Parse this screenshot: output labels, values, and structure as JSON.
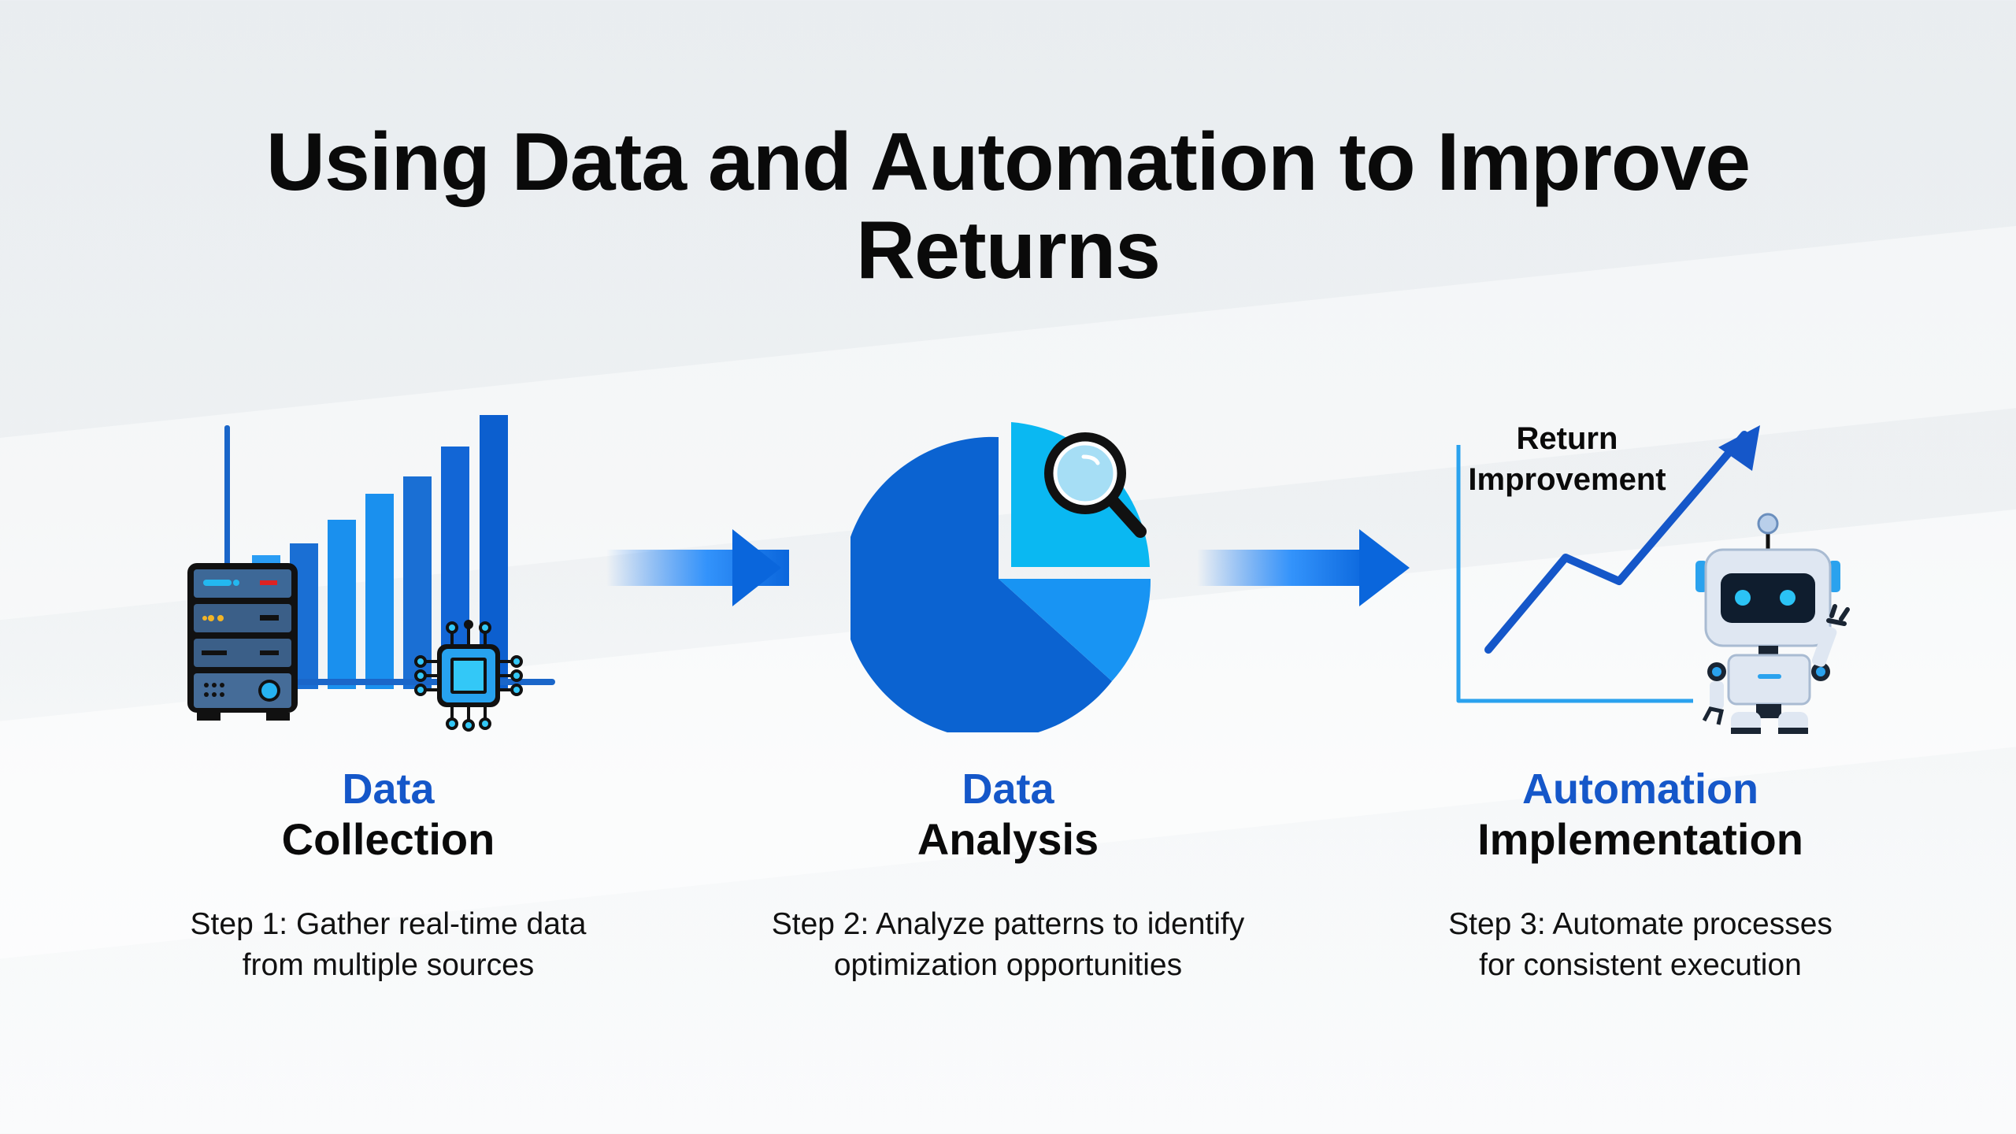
{
  "title": {
    "line1": "Using Data and Automation to Improve",
    "line2": "Returns"
  },
  "steps": [
    {
      "heading_top": "Data",
      "heading_bottom": "Collection",
      "desc_line1": "Step 1: Gather real-time data",
      "desc_line2": "from multiple sources",
      "icon": "server-bar-chart-chip-icon"
    },
    {
      "heading_top": "Data",
      "heading_bottom": "Analysis",
      "desc_line1": "Step 2: Analyze patterns to identify",
      "desc_line2": "optimization opportunities",
      "icon": "pie-chart-magnifier-icon"
    },
    {
      "heading_top": "Automation",
      "heading_bottom": "Implementation",
      "desc_line1": "Step 3: Automate processes",
      "desc_line2": "for consistent execution",
      "icon": "robot-trend-chart-icon"
    }
  ],
  "illustration3": {
    "chart_label_line1": "Return",
    "chart_label_line2": "Improvement"
  },
  "colors": {
    "accent": "#1557c9",
    "dark_blue": "#0b63d1",
    "light_blue": "#14a8f0",
    "text": "#0a0a0a"
  }
}
